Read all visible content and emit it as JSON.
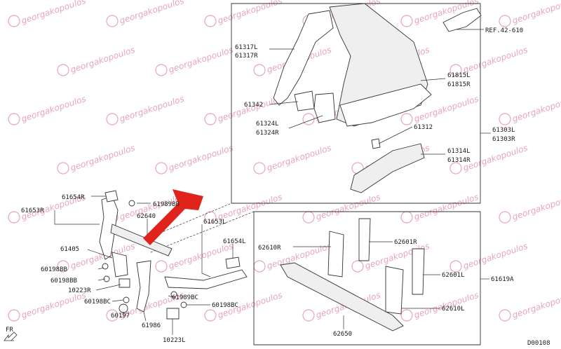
{
  "watermark": "georgakopoulos",
  "labels": {
    "l61317": "61317L",
    "r61317": "61317R",
    "ref": "REF.42-610",
    "l61815": "61815L",
    "r61815": "61815R",
    "p61342": "61342",
    "l61324": "61324L",
    "r61324": "61324R",
    "p61312": "61312",
    "l61303": "61303L",
    "r61303": "61303R",
    "l61314": "61314L",
    "r61314": "61314R",
    "r61654": "61654R",
    "r61653": "61653R",
    "bb61989": "61989BB",
    "p62640": "62640",
    "l61653": "61653L",
    "l61654": "61654L",
    "p61405": "61405",
    "bb60198a": "60198BB",
    "bb60198b": "60198BB",
    "r10223": "10223R",
    "bc60198a": "60198BC",
    "bc61989": "61989BC",
    "bc60198b": "60198BC",
    "p60197": "60197",
    "p61986": "61986",
    "l10223": "10223L",
    "r62610": "62610R",
    "r62601": "62601R",
    "l62601": "62601L",
    "a61619": "61619A",
    "l62610": "62610L",
    "p62650": "62650",
    "fr": "FR",
    "code": "D00108"
  },
  "colors": {
    "arrow": "#e0241b",
    "watermark": "#e8a6b8",
    "line": "#333333"
  }
}
